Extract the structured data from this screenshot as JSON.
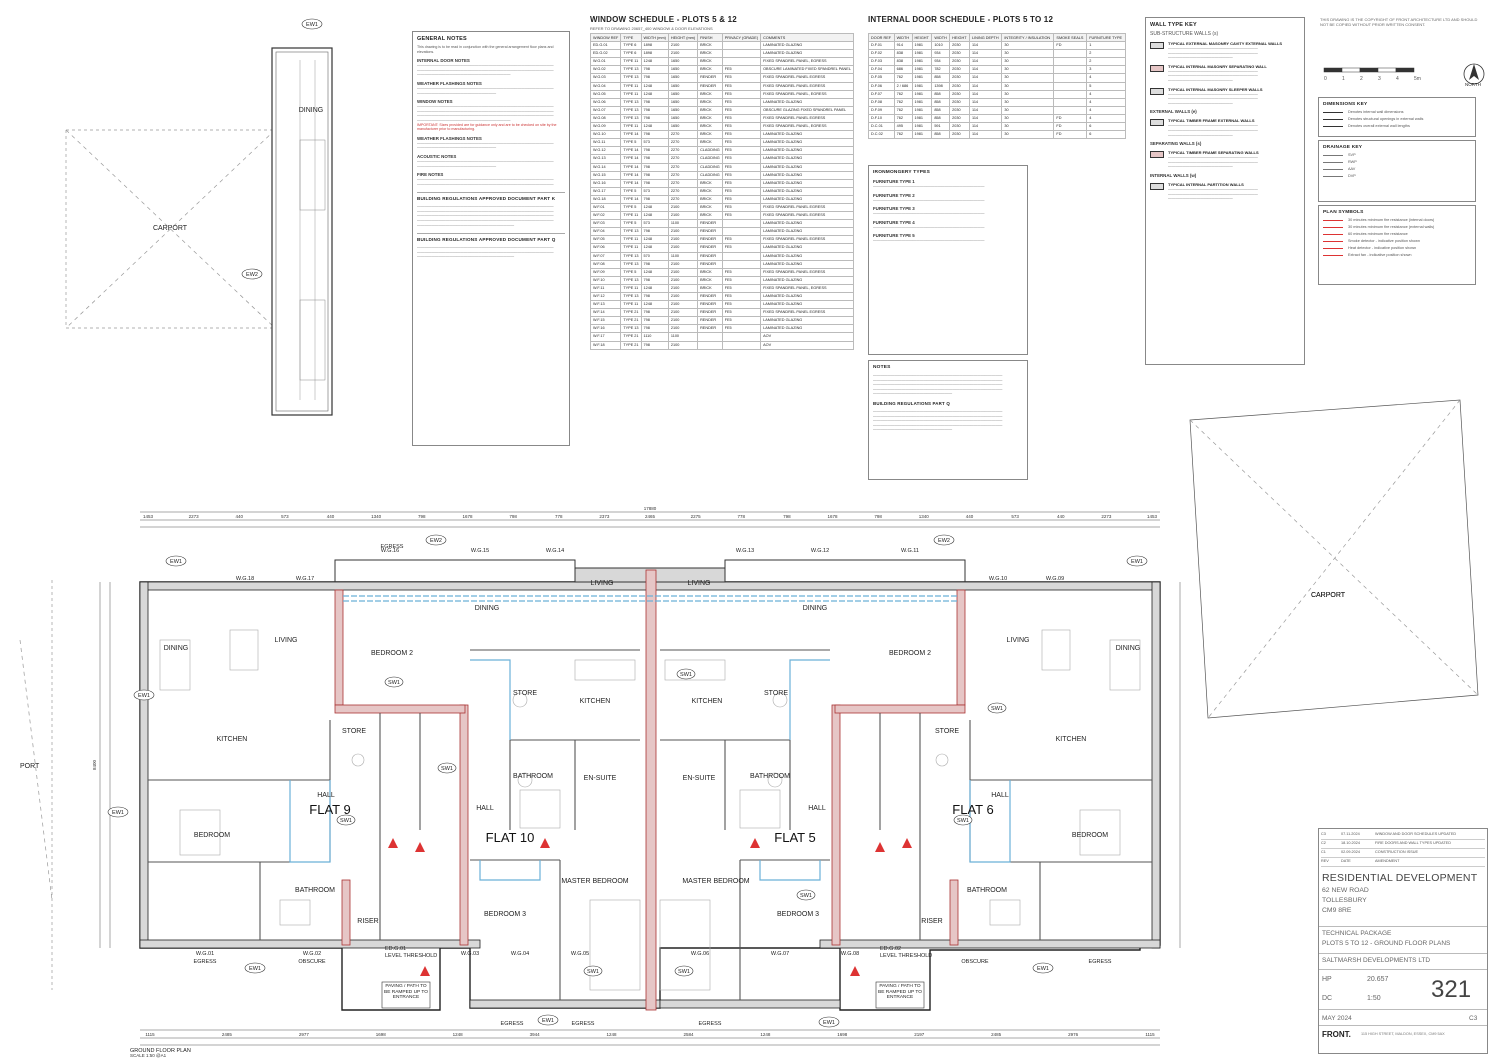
{
  "general_notes": {
    "title": "GENERAL NOTES",
    "para": "This drawing is to be read in conjunction with the general arrangement floor plans and elevations.",
    "headings": [
      "INTERNAL DOOR NOTES",
      "WEATHER FLASHINGS NOTES",
      "WINDOW NOTES",
      "WEATHER FLASHINGS NOTES",
      "ACOUSTIC NOTES",
      "FIRE NOTES"
    ],
    "important": "IMPORTANT: Sizes provided are for guidance only and are to be checked on site by the manufacturer prior to manufacturing."
  },
  "part_k": {
    "title": "BUILDING REGULATIONS APPROVED DOCUMENT PART K"
  },
  "part_q": {
    "title": "BUILDING REGULATIONS APPROVED DOCUMENT PART Q"
  },
  "window_schedule": {
    "title": "WINDOW SCHEDULE - PLOTS 5 & 12",
    "subtitle": "REFER TO DRAWING 20657_400 WINDOW & DOOR ELEVATIONS",
    "headers": [
      "WINDOW REF",
      "TYPE",
      "WIDTH (mm)",
      "HEIGHT (mm)",
      "FINISH",
      "PRIVACY (GRADE)",
      "COMMENTS"
    ],
    "rows": [
      [
        "ED.G.01",
        "TYPE 6",
        "1898",
        "2100",
        "BRICK",
        "",
        "LAMINATED GLAZING"
      ],
      [
        "ED.G.02",
        "TYPE 6",
        "1898",
        "2100",
        "BRICK",
        "",
        "LAMINATED GLAZING"
      ],
      [
        "W.G.01",
        "TYPE 11",
        "1248",
        "1650",
        "BRICK",
        "",
        "FIXED SPANDREL PANEL, EGRESS"
      ],
      [
        "W.G.02",
        "TYPE 13",
        "798",
        "1650",
        "BRICK",
        "FE5",
        "OBSCURE LAMINATED FIXED SPANDREL PANEL"
      ],
      [
        "W.G.03",
        "TYPE 13",
        "798",
        "1650",
        "RENDER",
        "FE5",
        "FIXED SPANDREL PANEL EGRESS"
      ],
      [
        "W.G.04",
        "TYPE 11",
        "1248",
        "1650",
        "RENDER",
        "FE5",
        "FIXED SPANDREL PANEL EGRESS"
      ],
      [
        "W.G.05",
        "TYPE 11",
        "1248",
        "1650",
        "BRICK",
        "FE5",
        "FIXED SPANDREL PANEL, EGRESS"
      ],
      [
        "W.G.06",
        "TYPE 13",
        "798",
        "1650",
        "BRICK",
        "FE5",
        "LAMINATED GLAZING"
      ],
      [
        "W.G.07",
        "TYPE 13",
        "798",
        "1650",
        "BRICK",
        "FE5",
        "OBSCURE GLAZING FIXED SPANDREL PANEL"
      ],
      [
        "W.G.08",
        "TYPE 13",
        "798",
        "1650",
        "BRICK",
        "FE5",
        "FIXED SPANDREL PANEL EGRESS"
      ],
      [
        "W.G.09",
        "TYPE 11",
        "1248",
        "1650",
        "BRICK",
        "FE5",
        "FIXED SPANDREL PANEL, EGRESS"
      ],
      [
        "W.G.10",
        "TYPE 14",
        "798",
        "2270",
        "BRICK",
        "FE5",
        "LAMINATED GLAZING"
      ],
      [
        "W.G.11",
        "TYPE 5",
        "573",
        "2270",
        "BRICK",
        "FE5",
        "LAMINATED GLAZING"
      ],
      [
        "W.G.12",
        "TYPE 14",
        "798",
        "2270",
        "CLADDING",
        "FE5",
        "LAMINATED GLAZING"
      ],
      [
        "W.G.13",
        "TYPE 14",
        "798",
        "2270",
        "CLADDING",
        "FE5",
        "LAMINATED GLAZING"
      ],
      [
        "W.G.14",
        "TYPE 14",
        "798",
        "2270",
        "CLADDING",
        "FE5",
        "LAMINATED GLAZING"
      ],
      [
        "W.G.15",
        "TYPE 14",
        "798",
        "2270",
        "CLADDING",
        "FE5",
        "LAMINATED GLAZING"
      ],
      [
        "W.G.16",
        "TYPE 14",
        "798",
        "2270",
        "BRICK",
        "FE5",
        "LAMINATED GLAZING"
      ],
      [
        "W.G.17",
        "TYPE 5",
        "573",
        "2270",
        "BRICK",
        "FE5",
        "LAMINATED GLAZING"
      ],
      [
        "W.G.18",
        "TYPE 14",
        "798",
        "2270",
        "BRICK",
        "FE5",
        "LAMINATED GLAZING"
      ],
      [
        "W.F.01",
        "TYPE 5",
        "1248",
        "2100",
        "BRICK",
        "FE5",
        "FIXED SPANDREL PANEL EGRESS"
      ],
      [
        "W.F.02",
        "TYPE 11",
        "1248",
        "2100",
        "BRICK",
        "FE5",
        "FIXED SPANDREL PANEL EGRESS"
      ],
      [
        "W.F.03",
        "TYPE 5",
        "573",
        "1100",
        "RENDER",
        "",
        "LAMINATED GLAZING"
      ],
      [
        "W.F.04",
        "TYPE 13",
        "798",
        "2100",
        "RENDER",
        "",
        "LAMINATED GLAZING"
      ],
      [
        "W.F.05",
        "TYPE 11",
        "1248",
        "2100",
        "RENDER",
        "FE5",
        "FIXED SPANDREL PANEL EGRESS"
      ],
      [
        "W.F.06",
        "TYPE 11",
        "1248",
        "2100",
        "RENDER",
        "FE5",
        "LAMINATED GLAZING"
      ],
      [
        "W.F.07",
        "TYPE 13",
        "570",
        "1100",
        "RENDER",
        "",
        "LAMINATED GLAZING"
      ],
      [
        "W.F.08",
        "TYPE 13",
        "798",
        "2100",
        "RENDER",
        "",
        "LAMINATED GLAZING"
      ],
      [
        "W.F.09",
        "TYPE 5",
        "1248",
        "2100",
        "BRICK",
        "FE5",
        "FIXED SPANDREL PANEL EGRESS"
      ],
      [
        "W.F.10",
        "TYPE 13",
        "798",
        "2100",
        "BRICK",
        "FE5",
        "LAMINATED GLAZING"
      ],
      [
        "W.F.11",
        "TYPE 11",
        "1248",
        "2100",
        "BRICK",
        "FE5",
        "FIXED SPANDREL PANEL, EGRESS"
      ],
      [
        "W.F.12",
        "TYPE 13",
        "798",
        "2100",
        "RENDER",
        "FE5",
        "LAMINATED GLAZING"
      ],
      [
        "W.F.13",
        "TYPE 11",
        "1248",
        "2100",
        "RENDER",
        "FE5",
        "LAMINATED GLAZING"
      ],
      [
        "W.F.14",
        "TYPE 21",
        "798",
        "2100",
        "RENDER",
        "FE5",
        "FIXED SPANDREL PANEL EGRESS"
      ],
      [
        "W.F.15",
        "TYPE 21",
        "798",
        "2100",
        "RENDER",
        "FE5",
        "LAMINATED GLAZING"
      ],
      [
        "W.F.16",
        "TYPE 13",
        "798",
        "2100",
        "RENDER",
        "FE5",
        "LAMINATED GLAZING"
      ],
      [
        "W.F.17",
        "TYPE 21",
        "1110",
        "1100",
        "",
        "",
        "AOV"
      ],
      [
        "W.F.18",
        "TYPE 21",
        "798",
        "2100",
        "",
        "",
        "AOV"
      ]
    ]
  },
  "door_schedule": {
    "title": "INTERNAL DOOR SCHEDULE - PLOTS 5 TO 12",
    "headers": [
      "DOOR REF",
      "WIDTH",
      "HEIGHT",
      "WIDTH",
      "HEIGHT",
      "LINING DEPTH",
      "INTEGRITY / INSULATION",
      "SMOKE SEALS",
      "FURNITURE TYPE"
    ],
    "rows": [
      [
        "D.F.01",
        "914",
        "1981",
        "1010",
        "2030",
        "114",
        "30",
        "FD",
        "1"
      ],
      [
        "D.F.02",
        "838",
        "1981",
        "934",
        "2030",
        "114",
        "30",
        "",
        "2"
      ],
      [
        "D.F.03",
        "838",
        "1981",
        "934",
        "2030",
        "114",
        "30",
        "",
        "2"
      ],
      [
        "D.F.04",
        "686",
        "1981",
        "782",
        "2030",
        "114",
        "30",
        "",
        "3"
      ],
      [
        "D.F.05",
        "762",
        "1981",
        "858",
        "2030",
        "114",
        "30",
        "",
        "4"
      ],
      [
        "D.F.06",
        "2 / 686",
        "1981",
        "1398",
        "2030",
        "114",
        "30",
        "",
        "5"
      ],
      [
        "D.F.07",
        "762",
        "1981",
        "858",
        "2030",
        "114",
        "30",
        "",
        "4"
      ],
      [
        "D.F.08",
        "762",
        "1981",
        "858",
        "2030",
        "114",
        "30",
        "",
        "4"
      ],
      [
        "D.F.09",
        "762",
        "1981",
        "858",
        "2030",
        "114",
        "30",
        "",
        "4"
      ],
      [
        "D.F.10",
        "762",
        "1981",
        "858",
        "2030",
        "114",
        "30",
        "FD",
        "4"
      ],
      [
        "D.C.01",
        "495",
        "1981",
        "591",
        "2030",
        "114",
        "30",
        "FD",
        "6"
      ],
      [
        "D.C.02",
        "762",
        "1981",
        "858",
        "2030",
        "114",
        "30",
        "FD",
        "6"
      ]
    ]
  },
  "ironmongery": {
    "title": "IRONMONGERY TYPES",
    "types": [
      "FURNITURE TYPE 1",
      "FURNITURE TYPE 2",
      "FURNITURE TYPE 3",
      "FURNITURE TYPE 4",
      "FURNITURE TYPE 5"
    ]
  },
  "notes_panel": {
    "title": "NOTES"
  },
  "part_q2": {
    "title": "BUILDING REGULATIONS PART Q"
  },
  "wall_key": {
    "title": "WALL TYPE KEY",
    "subtitle": "SUB-STRUCTURE WALLS (s)",
    "items": [
      "TYPICAL EXTERNAL MASONRY CAVITY EXTERNAL WALLS",
      "TYPICAL INTERNAL MASONRY SEPARATING WALL",
      "TYPICAL INTERNAL MASONRY SLEEPER WALLS",
      "TYPICAL TIMBER FRAME EXTERNAL WALLS",
      "TYPICAL TIMBER FRAME SEPARATING WALLS",
      "TYPICAL INTERNAL PARTITION WALLS"
    ],
    "groups": [
      "EXTERNAL WALLS (e)",
      "SEPARATING WALLS (s)",
      "INTERNAL WALLS (w)"
    ]
  },
  "dimensions_key": {
    "title": "DIMENSIONS KEY",
    "items": [
      "Denotes internal wall dimensions",
      "Denotes structural openings in external walls",
      "Denotes overall external wall lengths"
    ]
  },
  "drainage_key": {
    "title": "DRAINAGE KEY",
    "items": [
      "SVP",
      "RWP",
      "AAV",
      "DVP"
    ]
  },
  "plan_symbols": {
    "title": "PLAN SYMBOLS",
    "items": [
      "30 minutes minimum fire resistance (internal doors)",
      "30 minutes minimum fire resistance (external walls)",
      "60 minutes minimum fire resistance",
      "Smoke detector - indicative position shown",
      "Heat detector - indicative position shown",
      "Extract fan - indicative position shown"
    ]
  },
  "north": "NORTH",
  "scale_ticks": [
    "0",
    "1",
    "2",
    "3",
    "4",
    "5m"
  ],
  "plan": {
    "flats": [
      "FLAT 9",
      "FLAT 10",
      "FLAT 5",
      "FLAT 6"
    ],
    "rooms": [
      "CARPORT",
      "CARPORT",
      "CARPORT",
      "DINING",
      "DINING",
      "DINING",
      "DINING",
      "DINING",
      "LIVING",
      "LIVING",
      "LIVING",
      "LIVING",
      "BEDROOM 2",
      "BEDROOM 2",
      "KITCHEN",
      "KITCHEN",
      "KITCHEN",
      "KITCHEN",
      "STORE",
      "STORE",
      "STORE",
      "STORE",
      "BATHROOM",
      "BATHROOM",
      "BATHROOM",
      "BATHROOM",
      "EN-SUITE",
      "EN-SUITE",
      "HALL",
      "HALL",
      "HALL",
      "HALL",
      "BEDROOM",
      "BEDROOM",
      "BEDROOM 3",
      "BEDROOM 3",
      "MASTER BEDROOM",
      "MASTER BEDROOM",
      "RISER",
      "RISER"
    ],
    "window_tags": [
      "W.G.18",
      "W.G.17",
      "W.G.16",
      "W.G.15",
      "W.G.14",
      "W.G.13",
      "W.G.12",
      "W.G.11",
      "W.G.10",
      "W.G.09",
      "W.G.01",
      "W.G.02",
      "W.G.03",
      "W.G.04",
      "W.G.05",
      "W.G.06",
      "W.G.07",
      "W.G.08"
    ],
    "egress": [
      "EGRESS",
      "EGRESS",
      "EGRESS",
      "EGRESS",
      "EGRESS",
      "EGRESS",
      "OBSCURE",
      "OBSCURE"
    ],
    "threshold": [
      "ED.G.01",
      "LEVEL THRESHOLD",
      "ED.G.02",
      "LEVEL THRESHOLD"
    ],
    "paving_note": "PAVING / PATH TO BE RAMPED UP TO ENTRANCE",
    "wall_tags": [
      "EW1",
      "EW2",
      "EW1",
      "EW2",
      "EW1",
      "EW1",
      "EW1",
      "EW1",
      "EW1",
      "EW2",
      "EW1",
      "EW1"
    ],
    "sw_tags": [
      "SW1",
      "SW1",
      "SW1",
      "SW1",
      "SW1",
      "SW1",
      "SW1",
      "SW1",
      "SW1"
    ],
    "dims_top": [
      "1453",
      "2273",
      "440",
      "573",
      "440",
      "1340",
      "798",
      "1678",
      "798",
      "778",
      "2373",
      "2465",
      "2275",
      "778",
      "798",
      "1678",
      "798",
      "1340",
      "440",
      "573",
      "440",
      "2273",
      "1453"
    ],
    "dims_bottom": [
      "1115",
      "2485",
      "2977",
      "1698",
      "1248",
      "3944",
      "1248",
      "2584",
      "1248",
      "1698",
      "2197",
      "2485",
      "2976",
      "1115"
    ],
    "overall_top": "17880",
    "overall_left": "8400",
    "plan_label": "GROUND FLOOR PLAN",
    "plan_scale": "SCALE 1:50 @A1"
  },
  "title_block": {
    "project": "RESIDENTIAL DEVELOPMENT",
    "address": [
      "62 NEW ROAD",
      "TOLLESBURY",
      "CM9 8RE"
    ],
    "package": "TECHNICAL PACKAGE",
    "drawing": "PLOTS 5 TO 12 - GROUND FLOOR PLANS",
    "client": "SALTMARSH DEVELOPMENTS LTD",
    "drawn": "HP",
    "checked": "DC",
    "project_no": "20.657",
    "scale": "1:50",
    "number": "321",
    "date": "MAY 2024",
    "revision": "C3",
    "firm": "FRONT.",
    "firm_address": "115 HIGH STREET, MALDON, ESSEX, CM9 5AX",
    "revisions": [
      [
        "C3",
        "07.11.2024",
        "WINDOW AND DOOR SCHEDULES UPDATED"
      ],
      [
        "C2",
        "18.10.2024",
        "FIRE DOORS AND WALL TYPES UPDATED"
      ],
      [
        "C1",
        "02.09.2024",
        "CONSTRUCTION ISSUE"
      ],
      [
        "REV",
        "DATE",
        "AMENDMENT"
      ]
    ]
  },
  "copyright_note": "THIS DRAWING IS THE COPYRIGHT OF FRONT ARCHITECTURE LTD AND SHOULD NOT BE COPIED WITHOUT PRIOR WRITTEN CONSENT.",
  "colors": {
    "wall_fill": "#d8d8d8",
    "fire_red": "#d33",
    "sep_blue": "#6bb0d8",
    "ink": "#222"
  }
}
